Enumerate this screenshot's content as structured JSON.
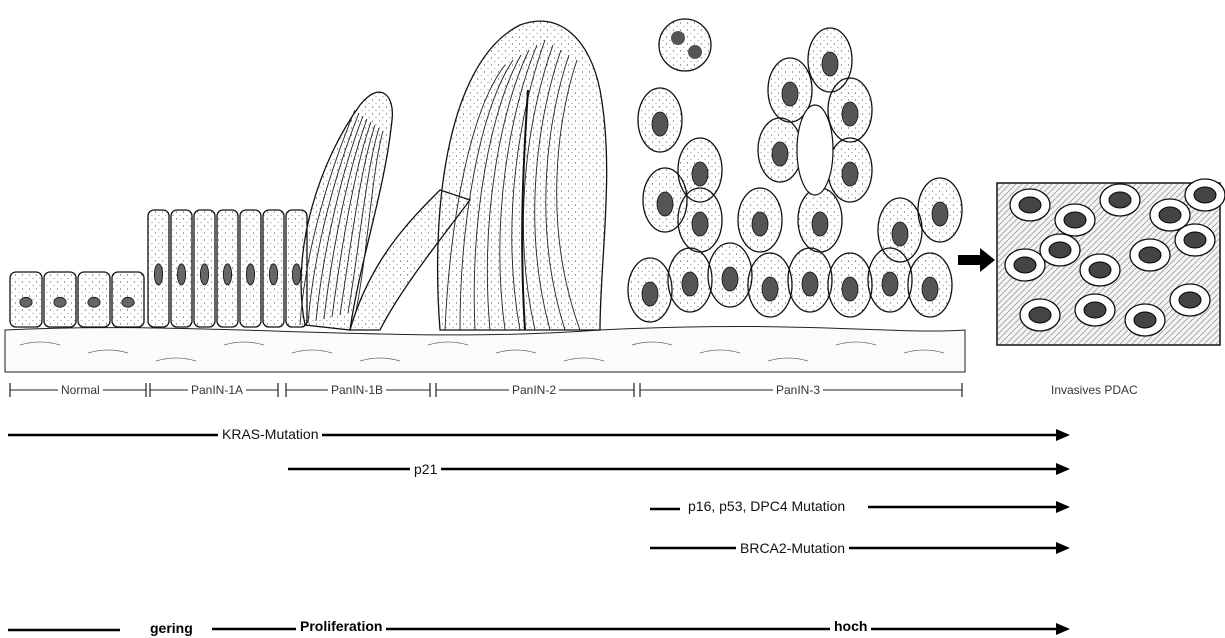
{
  "stages": [
    "Normal",
    "PanIN-1A",
    "PanIN-1B",
    "PanIN-2",
    "PanIN-3"
  ],
  "invasive_label": "Invasives PDAC",
  "mutations": [
    {
      "label": "KRAS-Mutation"
    },
    {
      "label": "p21"
    },
    {
      "label": "p16, p53, DPC4 Mutation"
    },
    {
      "label": "BRCA2-Mutation"
    }
  ],
  "proliferation": {
    "low": "gering",
    "label": "Proliferation",
    "high": "hoch"
  },
  "colors": {
    "line": "#000000",
    "tissue_fill": "#fdfdfd",
    "nucleus": "#555555"
  }
}
